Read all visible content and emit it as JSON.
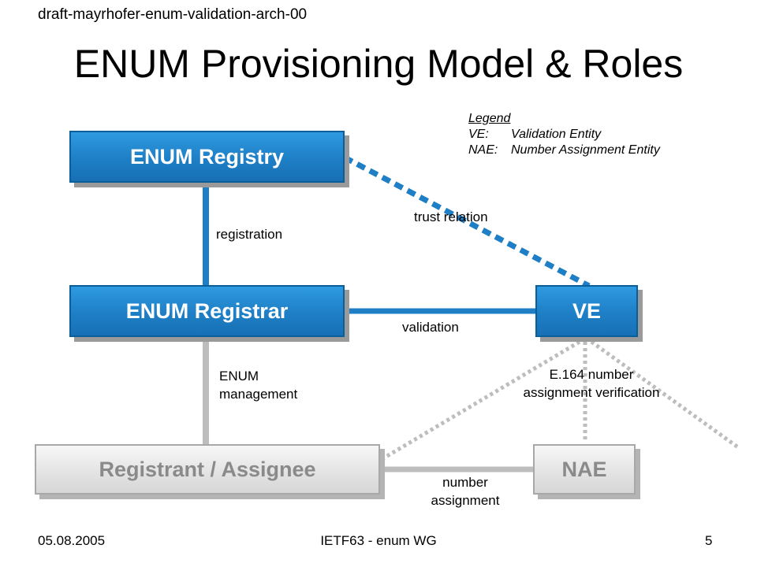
{
  "header": {
    "doc_id": "draft-mayrhofer-enum-validation-arch-00"
  },
  "title": "ENUM Provisioning Model & Roles",
  "legend": {
    "heading": "Legend",
    "items": [
      {
        "key": "VE:",
        "value": "Validation Entity"
      },
      {
        "key": "NAE:",
        "value": "Number Assignment Entity"
      }
    ]
  },
  "nodes": {
    "registry": "ENUM Registry",
    "registrar": "ENUM Registrar",
    "ve": "VE",
    "registrant": "Registrant / Assignee",
    "nae": "NAE"
  },
  "edges": {
    "registration": "registration",
    "trust": "trust relation",
    "validation": "validation",
    "management_1": "ENUM",
    "management_2": "management",
    "verification_1": "E.164 number",
    "verification_2": "assignment verification",
    "number_assignment_1": "number",
    "number_assignment_2": "assignment"
  },
  "colors": {
    "active": "#1e7fc6",
    "inactive": "#bdbdbd"
  },
  "footer": {
    "date": "05.08.2005",
    "event": "IETF63 - enum WG",
    "page": "5"
  }
}
